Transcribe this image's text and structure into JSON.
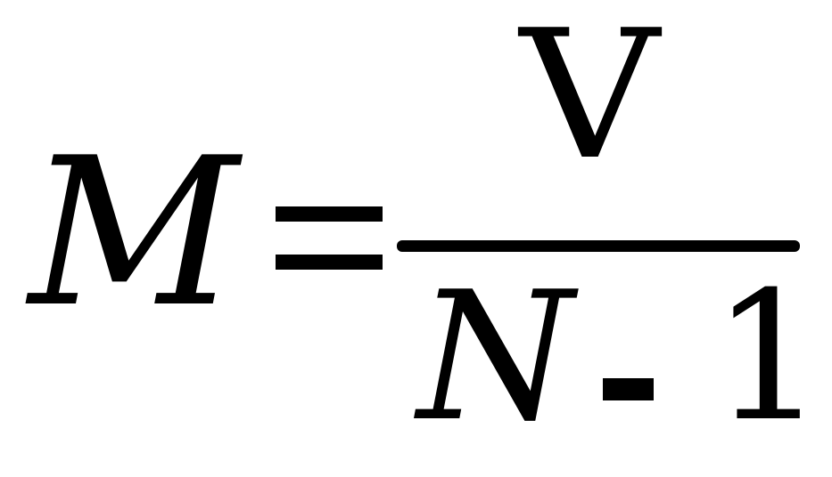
{
  "formula": {
    "lhs": "M",
    "relation": "=",
    "numerator": "V",
    "denominator": {
      "variable": "N",
      "operator": "-",
      "number": "1"
    }
  }
}
